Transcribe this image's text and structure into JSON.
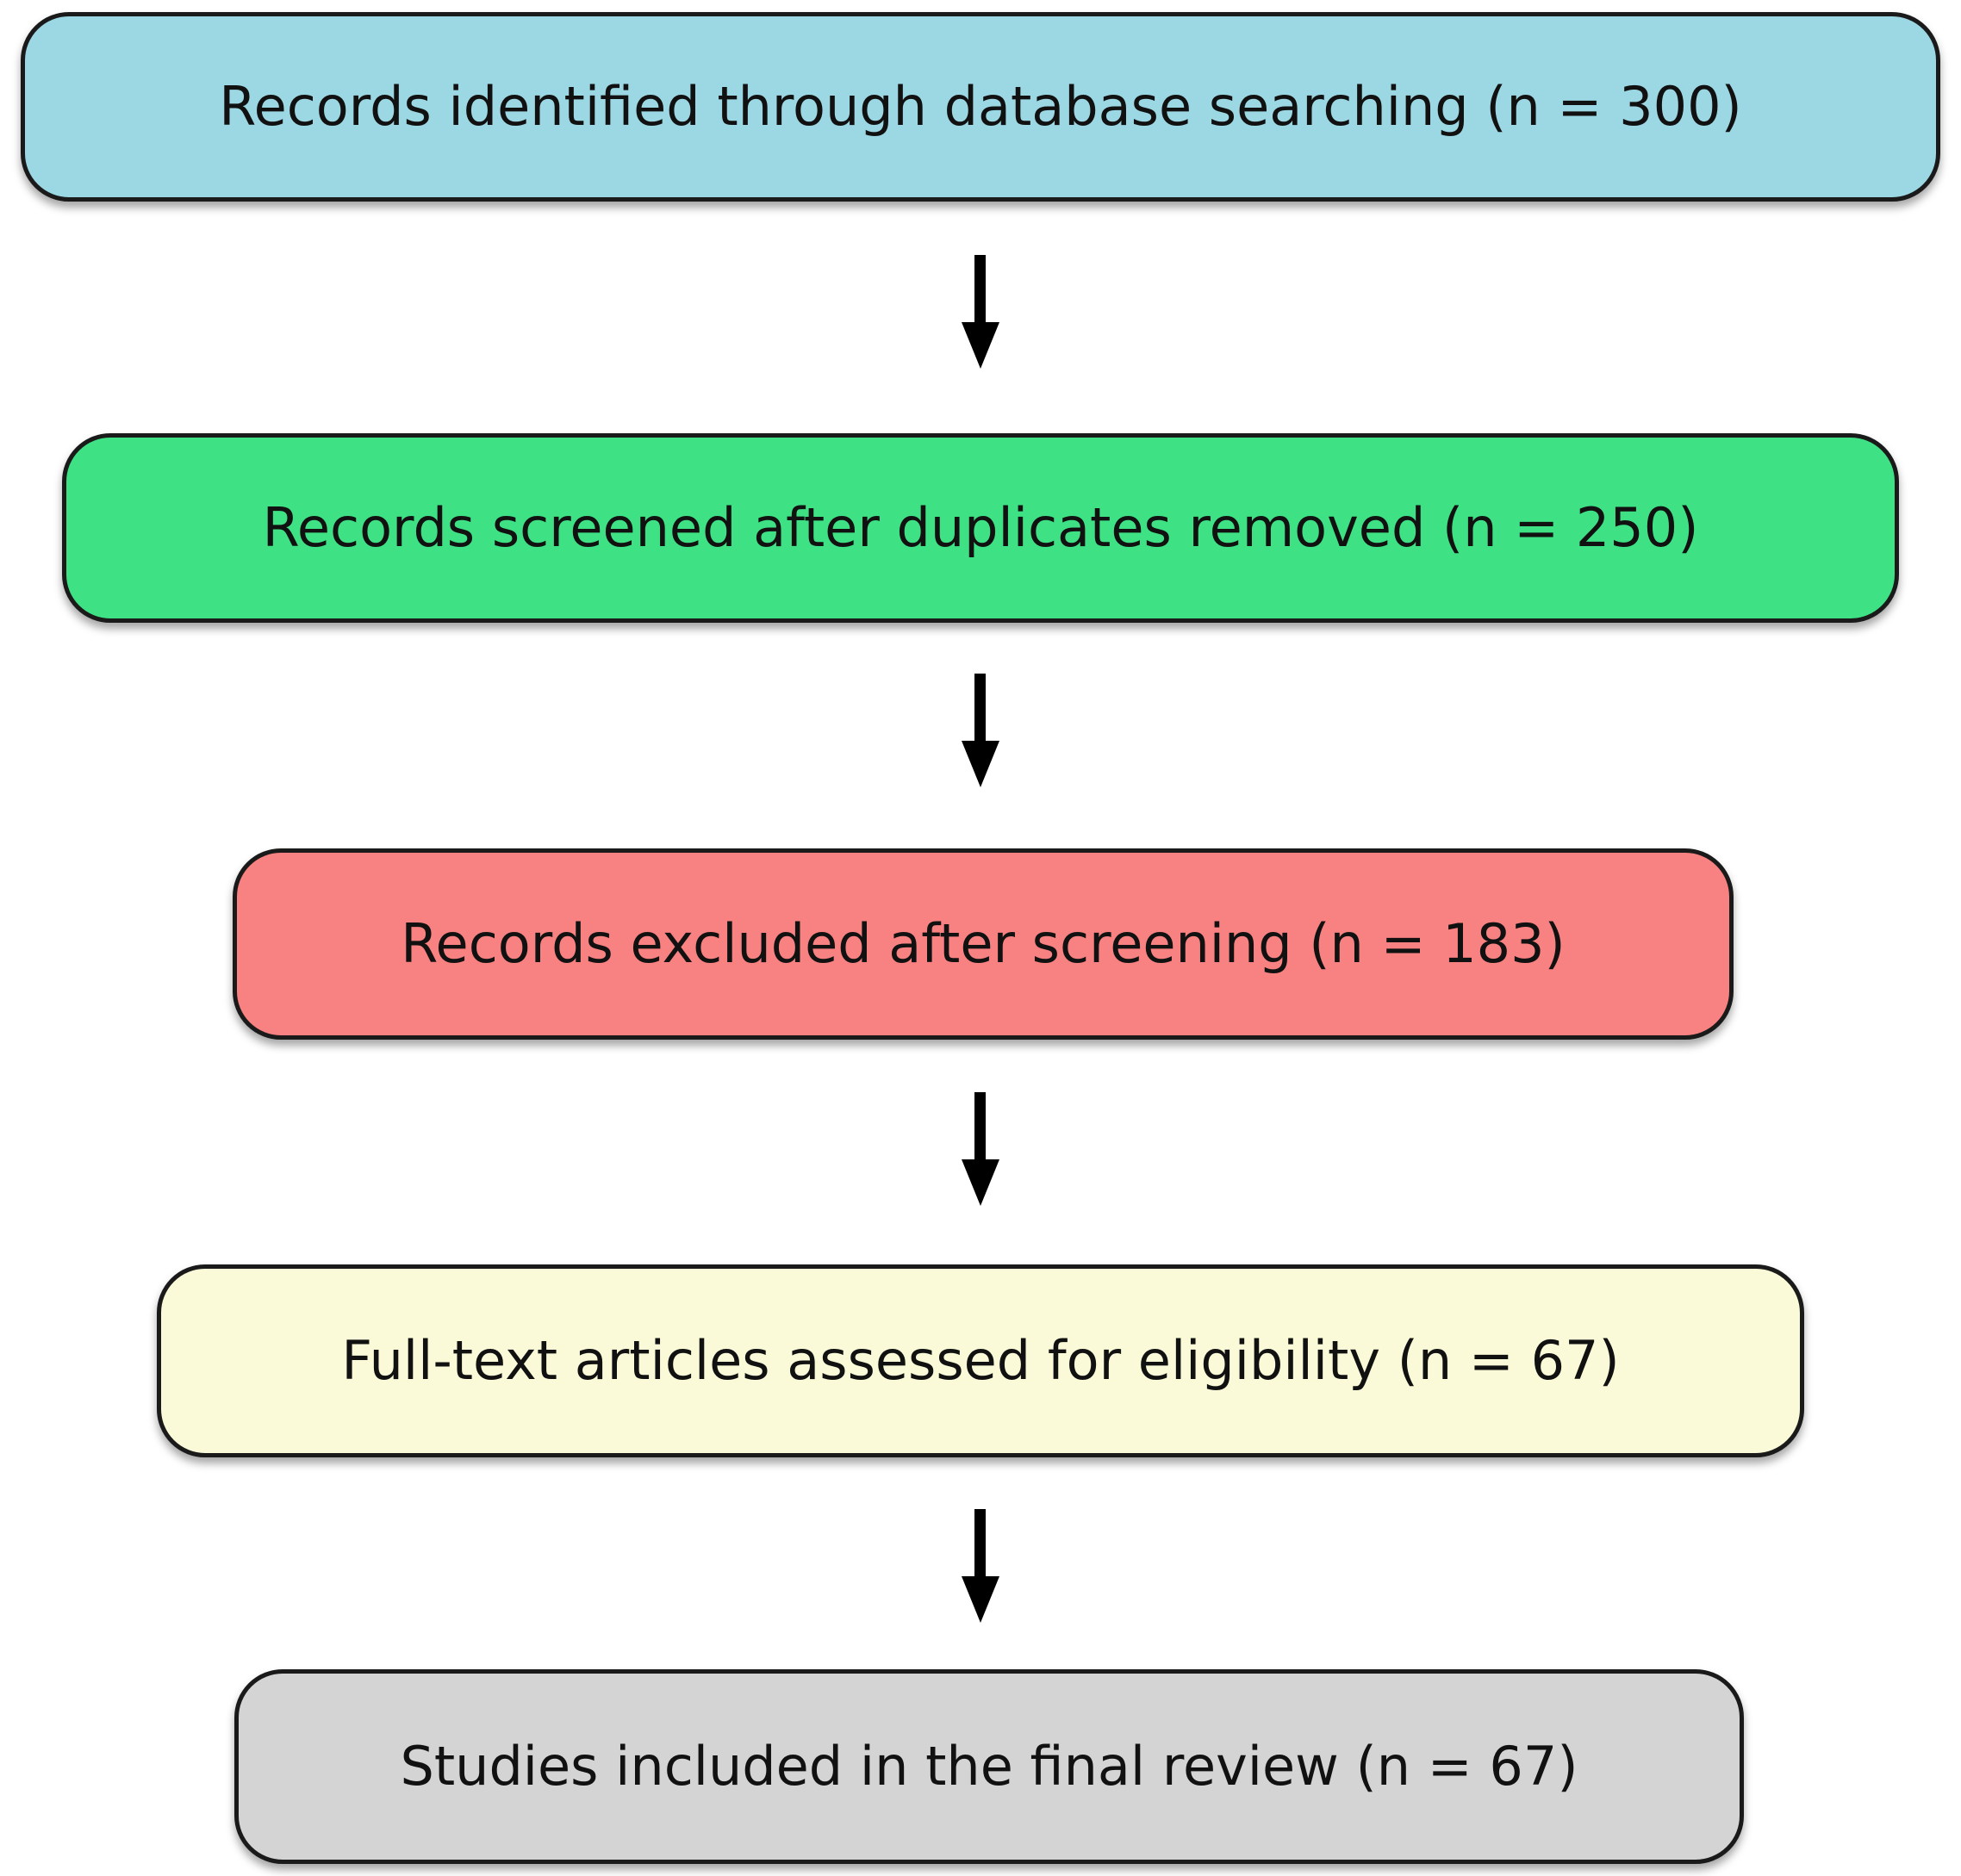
{
  "diagram": {
    "type": "flowchart",
    "background": "#ffffff",
    "border_color": "#1a1a1a",
    "text_color": "#111111",
    "arrow_color": "#000000",
    "boxes": [
      {
        "id": "identified",
        "label": "Records identified through database searching (n = 300)",
        "n": 300,
        "color": "#9cd7e4"
      },
      {
        "id": "screened",
        "label": "Records screened after duplicates removed (n = 250)",
        "n": 250,
        "color": "#3ee285"
      },
      {
        "id": "excluded",
        "label": "Records excluded after screening (n = 183)",
        "n": 183,
        "color": "#f88181"
      },
      {
        "id": "fulltext",
        "label": "Full-text articles assessed for eligibility (n = 67)",
        "n": 67,
        "color": "#fafad8"
      },
      {
        "id": "included",
        "label": "Studies included in the final review (n = 67)",
        "n": 67,
        "color": "#d4d4d4"
      }
    ],
    "arrows": [
      {
        "from": "identified",
        "to": "screened"
      },
      {
        "from": "screened",
        "to": "excluded"
      },
      {
        "from": "excluded",
        "to": "fulltext"
      },
      {
        "from": "fulltext",
        "to": "included"
      }
    ]
  }
}
